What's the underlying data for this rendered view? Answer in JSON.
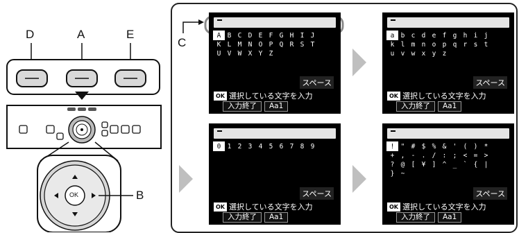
{
  "callouts": {
    "a": "A",
    "b": "B",
    "c": "C",
    "d": "D",
    "e": "E"
  },
  "ok_button_label": "OK",
  "screens": [
    {
      "rows": [
        [
          "A",
          "B",
          "C",
          "D",
          "E",
          "F",
          "G",
          "H",
          "I",
          "J"
        ],
        [
          "K",
          "L",
          "M",
          "N",
          "O",
          "P",
          "Q",
          "R",
          "S",
          "T"
        ],
        [
          "U",
          "V",
          "W",
          "X",
          "Y",
          "Z"
        ]
      ],
      "space_label": "スペース",
      "ok_badge": "OK",
      "ok_text": "選択している文字を入力",
      "finish_label": "入力終了",
      "mode_label": "Aa1"
    },
    {
      "rows": [
        [
          "a",
          "b",
          "c",
          "d",
          "e",
          "f",
          "g",
          "h",
          "i",
          "j"
        ],
        [
          "k",
          "l",
          "m",
          "n",
          "o",
          "p",
          "q",
          "r",
          "s",
          "t"
        ],
        [
          "u",
          "v",
          "w",
          "x",
          "y",
          "z"
        ]
      ],
      "space_label": "スペース",
      "ok_badge": "OK",
      "ok_text": "選択している文字を入力",
      "finish_label": "入力終了",
      "mode_label": "Aa1"
    },
    {
      "rows": [
        [
          "0",
          "1",
          "2",
          "3",
          "4",
          "5",
          "6",
          "7",
          "8",
          "9"
        ]
      ],
      "space_label": "スペース",
      "ok_badge": "OK",
      "ok_text": "選択している文字を入力",
      "finish_label": "入力終了",
      "mode_label": "Aa1"
    },
    {
      "rows": [
        [
          "!",
          "\"",
          "#",
          "$",
          "%",
          "&",
          "'",
          "(",
          ")",
          "*"
        ],
        [
          "+",
          ",",
          "-",
          ".",
          "/",
          ":",
          ";",
          "<",
          "=",
          ">"
        ],
        [
          "?",
          "@",
          "[",
          "¥",
          "]",
          "^",
          "_",
          "`",
          "{",
          "|"
        ],
        [
          "}",
          "~"
        ]
      ],
      "space_label": "スペース",
      "ok_badge": "OK",
      "ok_text": "選択している文字を入力",
      "finish_label": "入力終了",
      "mode_label": "Aa1"
    }
  ],
  "colors": {
    "frame": "#333333",
    "key_face": "#d9d9d9",
    "arrow": "#bfbfbf",
    "screen_bg": "#000000"
  }
}
